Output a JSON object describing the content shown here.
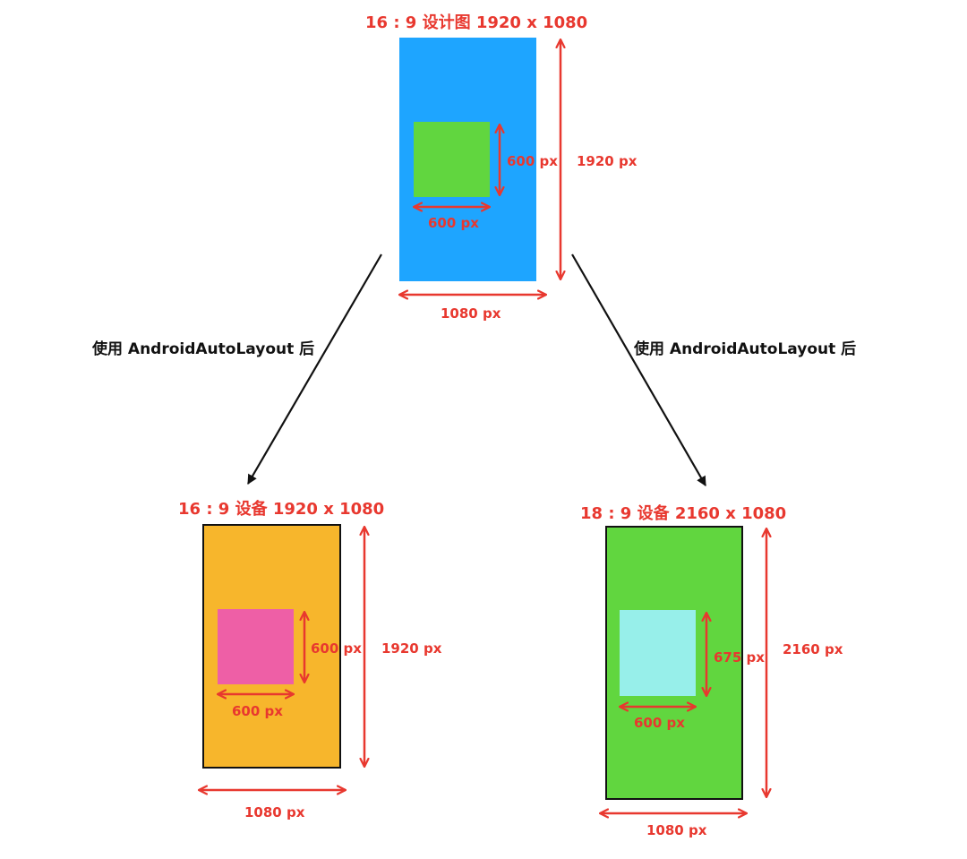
{
  "design": {
    "title": "16 : 9 设计图 1920 x 1080",
    "screen_color": "#1ea5ff",
    "box_color": "#61d63f",
    "box_width_label": "600 px",
    "box_height_label": "600 px",
    "screen_height_label": "1920 px",
    "screen_width_label": "1080 px"
  },
  "arrow_left_label": "使用 AndroidAutoLayout 后",
  "arrow_right_label": "使用 AndroidAutoLayout 后",
  "device_a": {
    "title": "16 : 9 设备 1920 x 1080",
    "screen_color": "#f7b62c",
    "box_color": "#ee5fa6",
    "box_width_label": "600 px",
    "box_height_label": "600 px",
    "screen_height_label": "1920 px",
    "screen_width_label": "1080 px"
  },
  "device_b": {
    "title": "18 : 9 设备 2160 x 1080",
    "screen_color": "#61d63f",
    "box_color": "#97efea",
    "box_width_label": "600 px",
    "box_height_label": "675 px",
    "screen_height_label": "2160 px",
    "screen_width_label": "1080 px"
  },
  "colors": {
    "dimension_red": "#e8382f",
    "arrow_black": "#111111"
  }
}
